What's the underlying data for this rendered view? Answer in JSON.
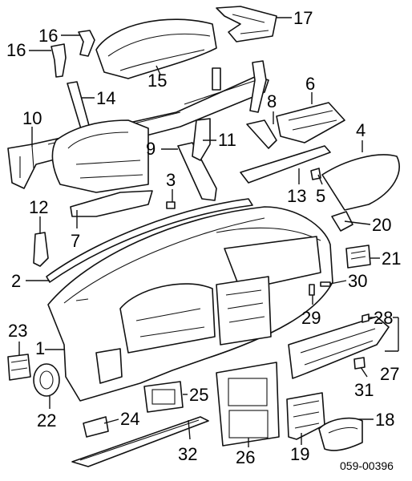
{
  "diagram_code": "059-00396",
  "callouts": [
    {
      "label": "1"
    },
    {
      "label": "2"
    },
    {
      "label": "3"
    },
    {
      "label": "4"
    },
    {
      "label": "5"
    },
    {
      "label": "6"
    },
    {
      "label": "7"
    },
    {
      "label": "8"
    },
    {
      "label": "9"
    },
    {
      "label": "10"
    },
    {
      "label": "11"
    },
    {
      "label": "12"
    },
    {
      "label": "13"
    },
    {
      "label": "14"
    },
    {
      "label": "15"
    },
    {
      "label": "16"
    },
    {
      "label": "16"
    },
    {
      "label": "17"
    },
    {
      "label": "18"
    },
    {
      "label": "19"
    },
    {
      "label": "20"
    },
    {
      "label": "21"
    },
    {
      "label": "22"
    },
    {
      "label": "23"
    },
    {
      "label": "24"
    },
    {
      "label": "25"
    },
    {
      "label": "26"
    },
    {
      "label": "27"
    },
    {
      "label": "28"
    },
    {
      "label": "29"
    },
    {
      "label": "30"
    },
    {
      "label": "31"
    },
    {
      "label": "32"
    }
  ]
}
